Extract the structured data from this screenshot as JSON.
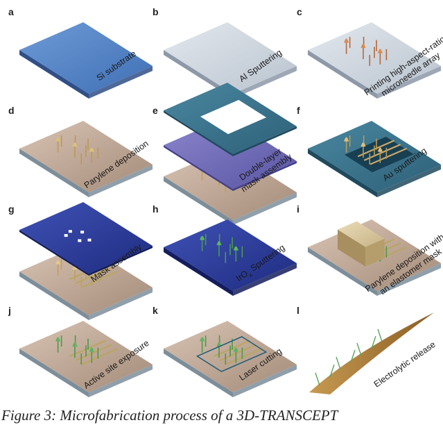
{
  "panels": [
    {
      "letter": "a",
      "lines": [
        "Si substrate"
      ]
    },
    {
      "letter": "b",
      "lines": [
        "Al Sputtering"
      ]
    },
    {
      "letter": "c",
      "lines": [
        "Printing high-aspect-ratio",
        "microneedle array"
      ]
    },
    {
      "letter": "d",
      "lines": [
        "Parylene deposition"
      ]
    },
    {
      "letter": "e",
      "lines": [
        "Double-layer",
        "mask assembly"
      ]
    },
    {
      "letter": "f",
      "lines": [
        "Au sputtering"
      ]
    },
    {
      "letter": "g",
      "lines": [
        "Mask assembly"
      ]
    },
    {
      "letter": "h",
      "lines": [
        "IrO",
        " Sputtering"
      ],
      "subscript": "x"
    },
    {
      "letter": "i",
      "lines": [
        "Parylene deposition with",
        "an elastomer mask"
      ]
    },
    {
      "letter": "j",
      "lines": [
        "Active site exposure"
      ]
    },
    {
      "letter": "k",
      "lines": [
        "Laser cutting"
      ]
    },
    {
      "letter": "l",
      "lines": [
        "Electrolytic release"
      ]
    }
  ],
  "caption": "Figure 3: Microfabrication process of a 3D-TRANSCEPT"
}
